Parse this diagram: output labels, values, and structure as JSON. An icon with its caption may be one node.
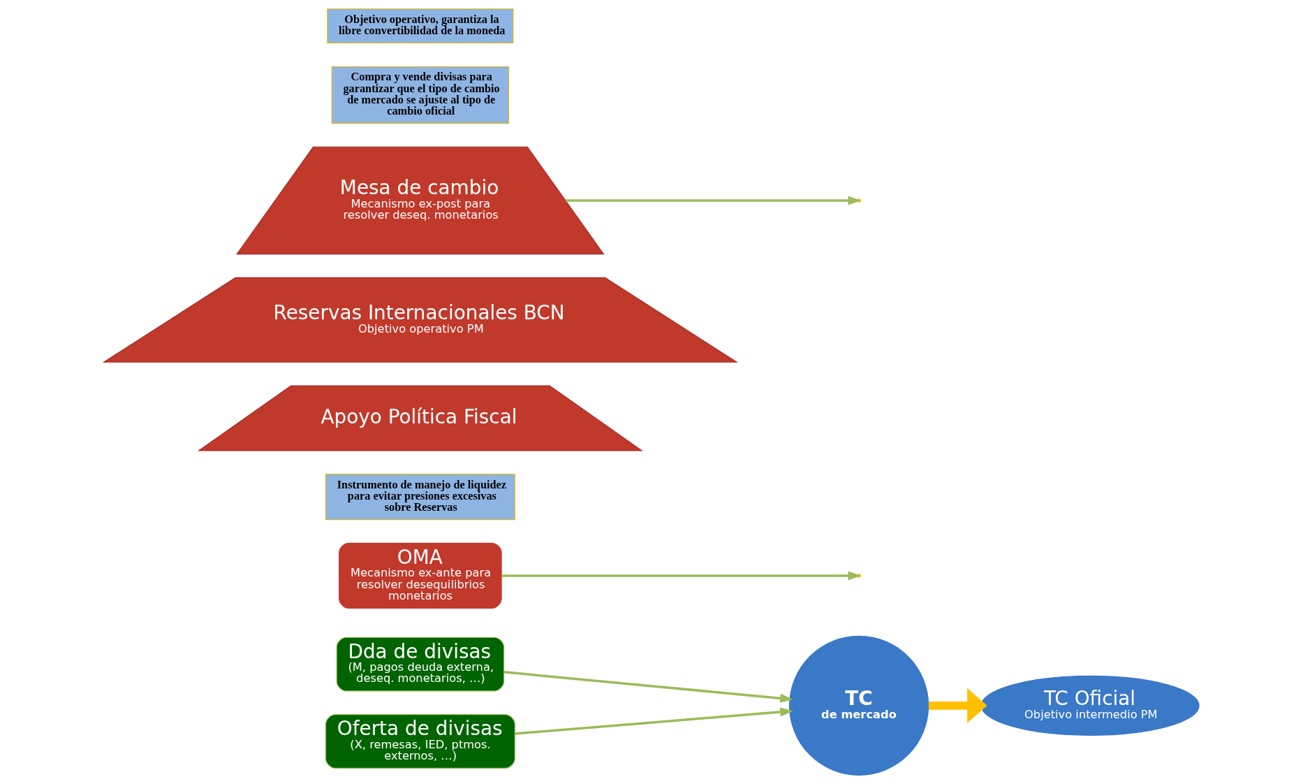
{
  "diagram": {
    "nodes": [
      {
        "text": [
          "Dda de divisas",
          "(M, pagos deuda externa, deseq. monetarios, …)"
        ]
      },
      {
        "text": [
          "Oferta de divisas",
          "(X, remesas, IED, ptmos. externos, …)"
        ]
      },
      {
        "text": [
          "TC",
          "de mercado"
        ]
      },
      {
        "text": [
          "OMA",
          "Mecanismo ex-ante para resolver desequilibrios monetarios"
        ]
      },
      {
        "text": [
          "Instrumento de manejo de liquidez para evitar presiones excesivas sobre Reservas"
        ]
      },
      {
        "text": [
          "TC Oficial",
          "Objetivo intermedio PM"
        ]
      },
      {
        "text": [
          "Mesa de cambio",
          "Mecanismo ex-post para resolver deseq. monetarios"
        ]
      },
      {
        "text": [
          "Reservas Internacionales BCN",
          "Objetivo operativo PM"
        ]
      },
      {
        "text": [
          "Apoyo Política Fiscal"
        ]
      },
      {
        "text": [
          "Compra y vende divisas para garantizar que el tipo de cambio de mercado se ajuste al tipo de cambio oficial"
        ]
      },
      {
        "text": [
          "Objetivo operativo, garantiza la libre convertibilidad de la moneda"
        ]
      }
    ],
    "edges": [
      {
        "from": 0,
        "to": 2,
        "arrow": "to"
      },
      {
        "from": 1,
        "to": 2,
        "arrow": "to"
      },
      {
        "from": 2,
        "to": 5,
        "arrow": "to",
        "style": "thick",
        "color": "#ffc000"
      },
      {
        "from": 3,
        "to": null,
        "arrow": "to"
      },
      {
        "from": 6,
        "to": null,
        "arrow": "to"
      }
    ]
  }
}
